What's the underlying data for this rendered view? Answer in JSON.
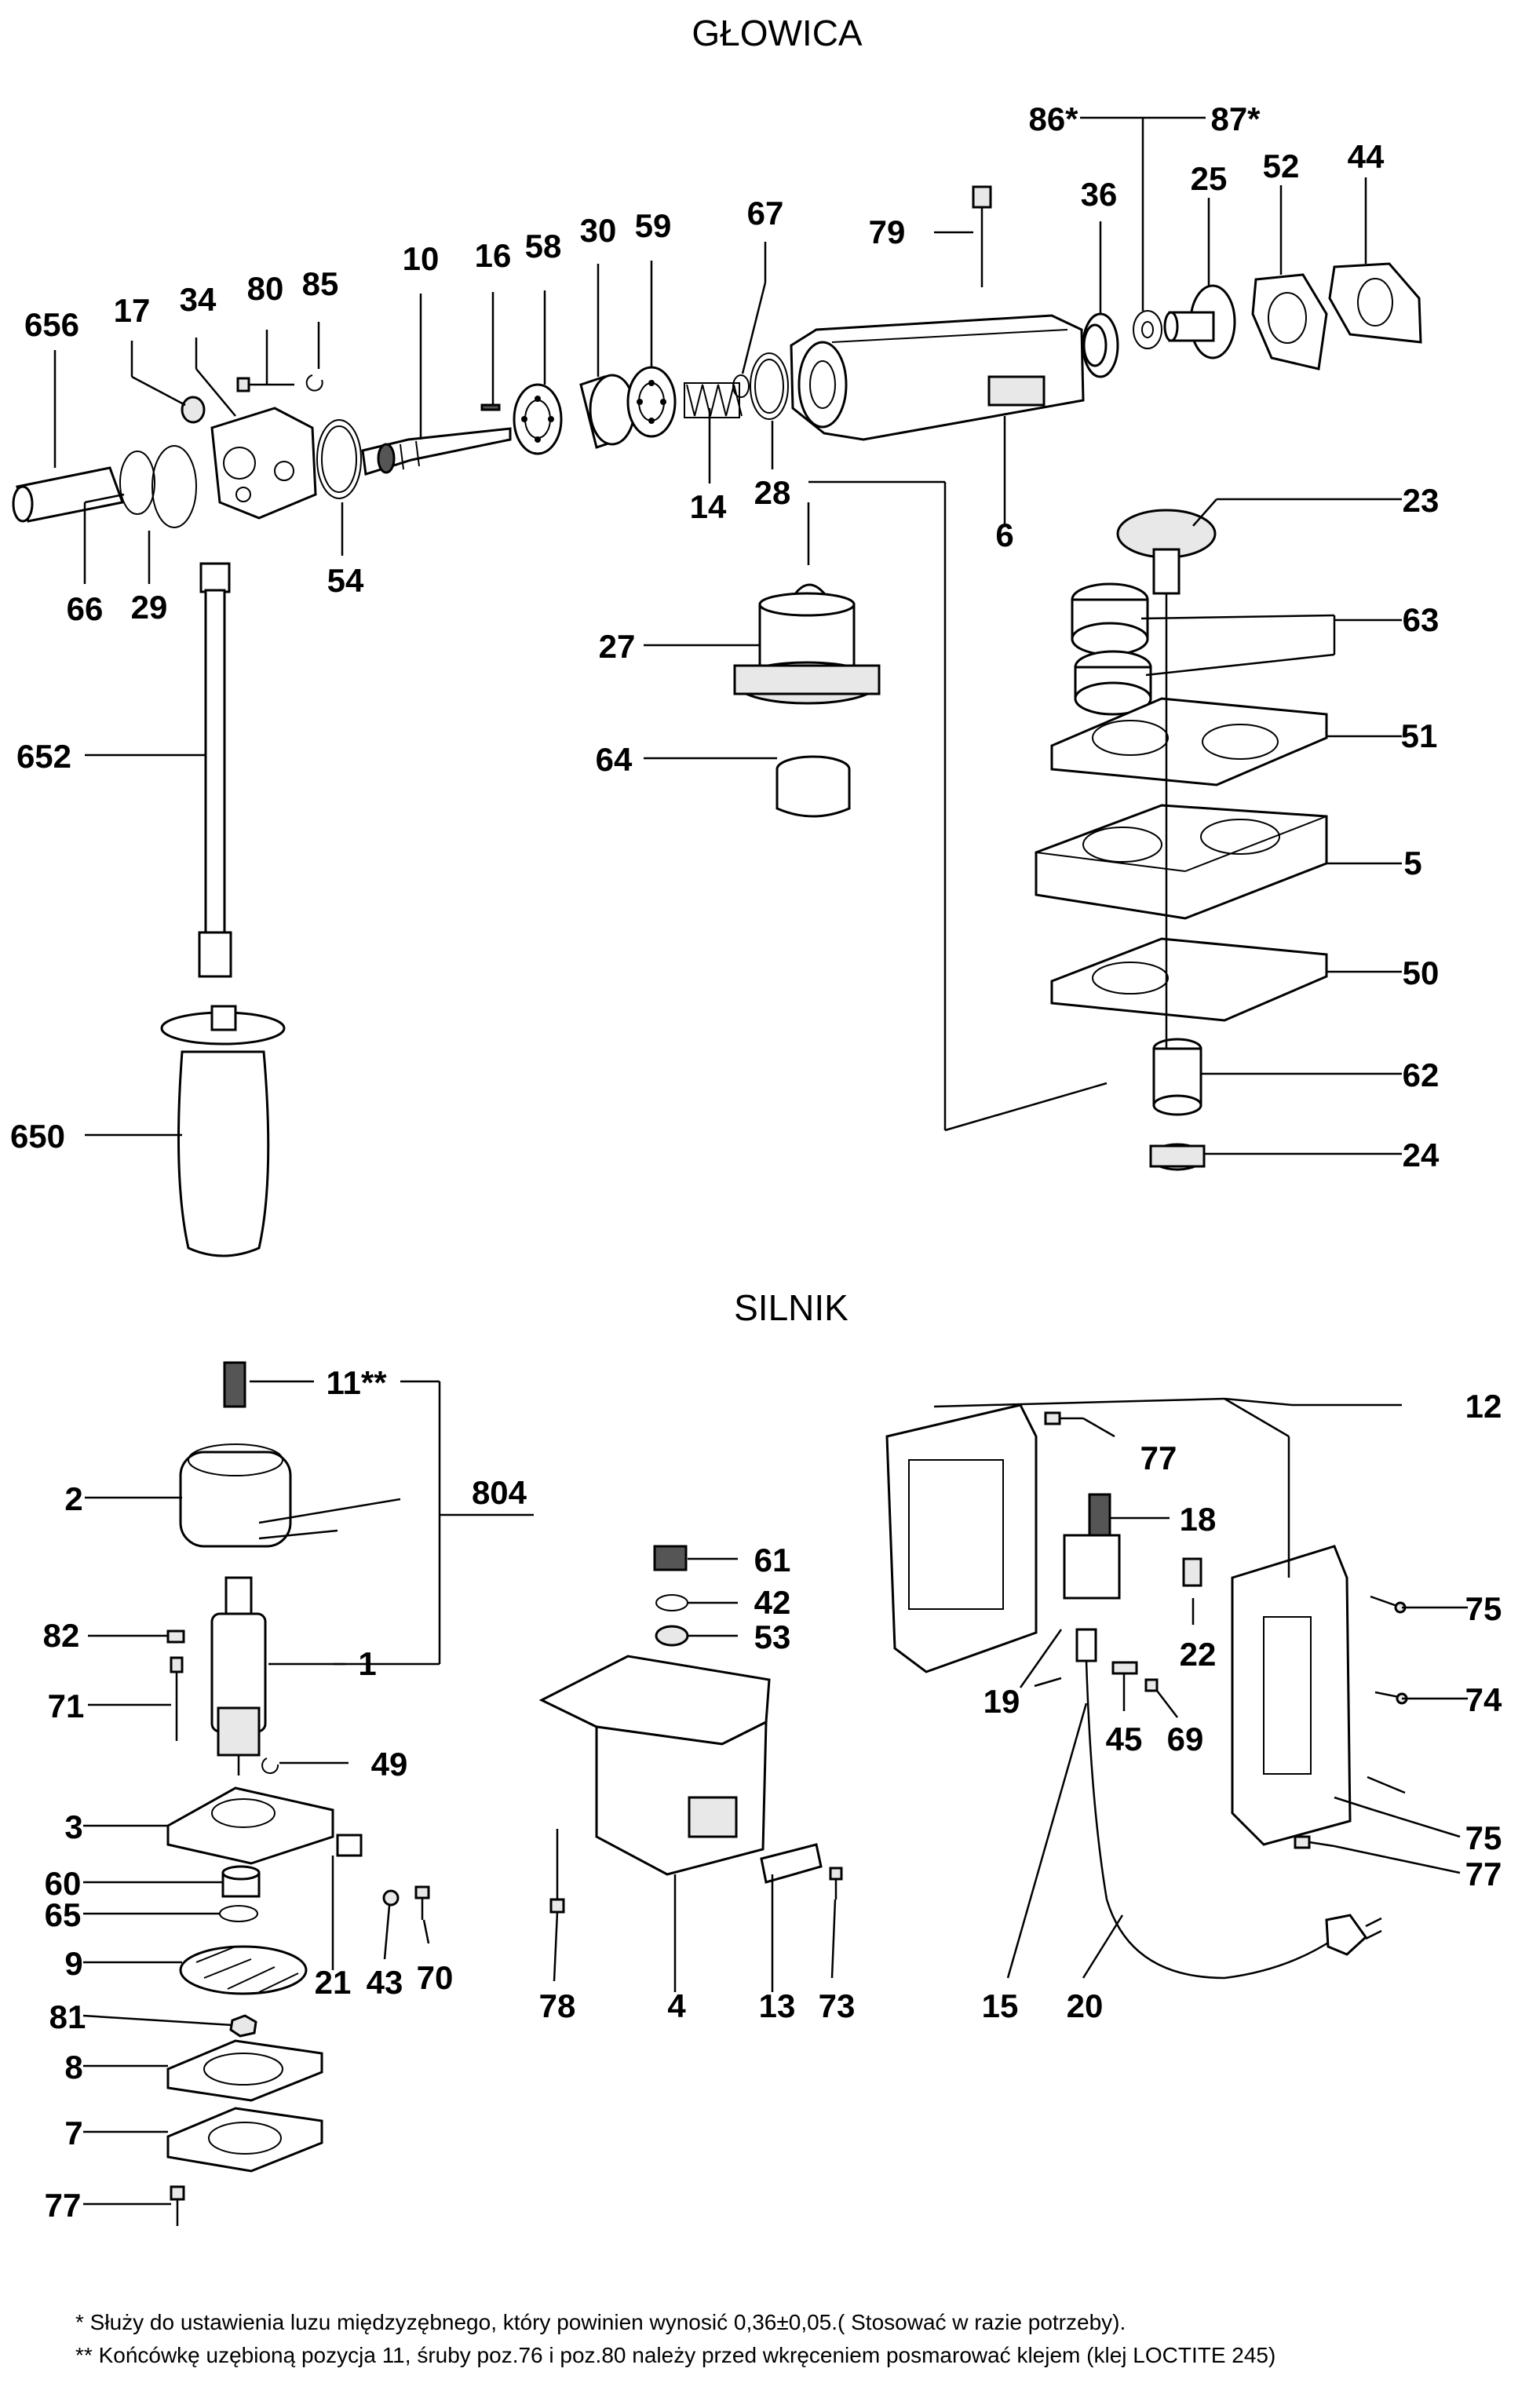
{
  "sections": {
    "head_title": "GŁOWICA",
    "motor_title": "SILNIK"
  },
  "labels": {
    "656": "656",
    "17": "17",
    "34": "34",
    "80": "80",
    "85": "85",
    "10": "10",
    "16": "16",
    "58": "58",
    "30": "30",
    "59": "59",
    "67": "67",
    "79": "79",
    "86": "86*",
    "87": "87*",
    "36": "36",
    "25": "25",
    "52": "52",
    "44": "44",
    "66": "66",
    "29": "29",
    "54": "54",
    "14": "14",
    "28": "28",
    "6": "6",
    "23": "23",
    "63": "63",
    "27": "27",
    "51": "51",
    "64": "64",
    "5": "5",
    "652": "652",
    "50": "50",
    "62": "62",
    "650": "650",
    "24": "24",
    "11": "11**",
    "804": "804",
    "2": "2",
    "61": "61",
    "42": "42",
    "53": "53",
    "82": "82",
    "1": "1",
    "71": "71",
    "49": "49",
    "3": "3",
    "60": "60",
    "65": "65",
    "9": "9",
    "21": "21",
    "43": "43",
    "70": "70",
    "81": "81",
    "8": "8",
    "7": "7",
    "77a": "77",
    "78": "78",
    "4": "4",
    "13": "13",
    "73": "73",
    "12": "12",
    "77b": "77",
    "18": "18",
    "22": "22",
    "75a": "75",
    "19": "19",
    "74": "74",
    "45": "45",
    "69": "69",
    "75b": "75",
    "77c": "77",
    "15": "15",
    "20": "20"
  },
  "footnotes": [
    "*  Służy do ustawienia luzu międzyzębnego, który powinien wynosić 0,36±0,05.( Stosować w razie potrzeby).",
    "** Końcówkę uzębioną pozycja  11, śruby poz.76 i poz.80 należy przed wkręceniem posmarować klejem (klej LOCTITE 245)"
  ]
}
